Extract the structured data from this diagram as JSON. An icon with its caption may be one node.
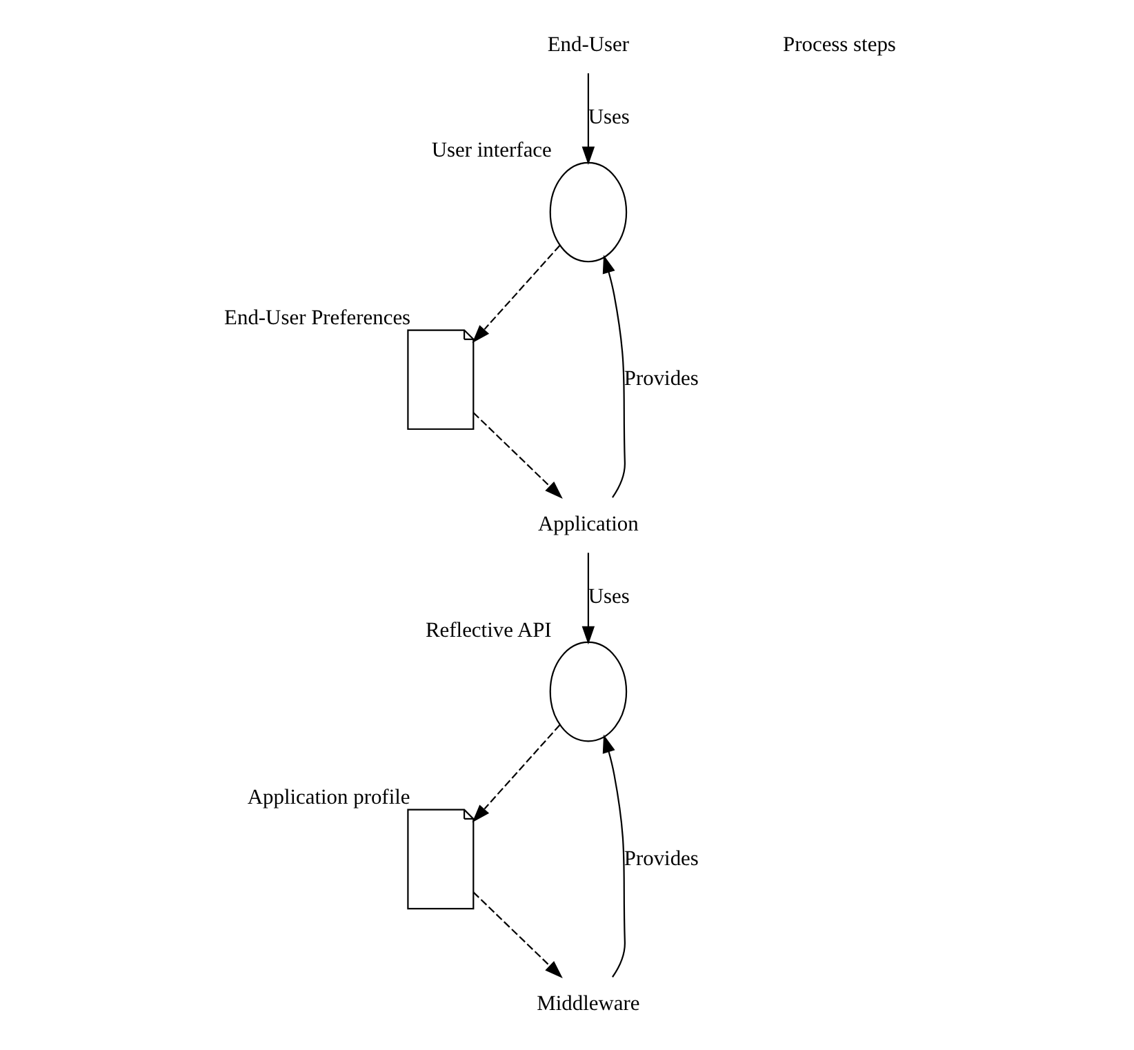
{
  "diagram": {
    "nodes": [
      {
        "text": [
          "End-User"
        ]
      },
      {
        "text": [],
        "shape": "circle",
        "beside": [
          "User interface"
        ]
      },
      {
        "text": [],
        "shape": "box",
        "beside": [
          "End-User Preferences"
        ]
      },
      {
        "text": [
          "Application"
        ]
      },
      {
        "text": [],
        "shape": "circle",
        "beside": [
          "Reflective API"
        ]
      },
      {
        "text": [],
        "shape": "box",
        "beside": [
          "Application profile"
        ]
      },
      {
        "text": [
          "Middleware"
        ]
      }
    ],
    "edges": [
      {
        "from": 0,
        "to": 1,
        "arrow": "to",
        "label": "Uses"
      },
      {
        "from": 1,
        "to": 2,
        "arrow": "to",
        "style": "dashed"
      },
      {
        "from": 2,
        "to": 3,
        "arrow": "to",
        "style": "dashed"
      },
      {
        "from": 3,
        "to": 1,
        "arrow": "to",
        "label": "Provides"
      },
      {
        "from": 3,
        "to": 4,
        "arrow": "to",
        "label": "Uses"
      },
      {
        "from": 4,
        "to": 5,
        "arrow": "to",
        "style": "dashed"
      },
      {
        "from": 5,
        "to": 6,
        "arrow": "to",
        "style": "dashed"
      },
      {
        "from": 6,
        "to": 4,
        "arrow": "to",
        "label": "Provides"
      }
    ],
    "labels": [
      "Process steps"
    ]
  }
}
